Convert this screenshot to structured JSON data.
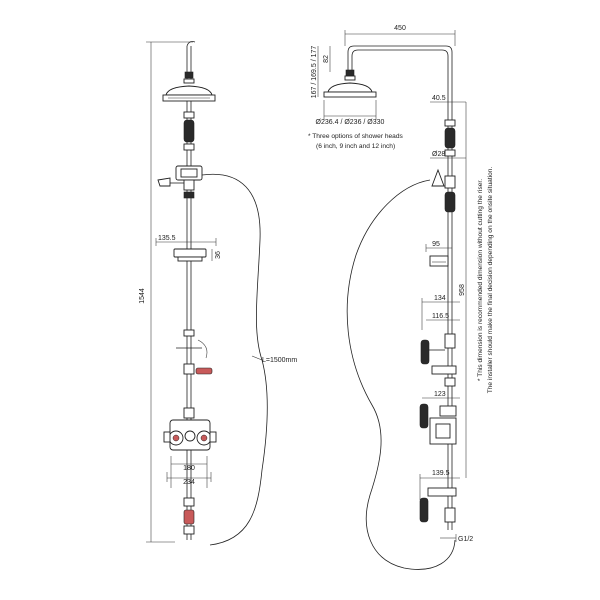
{
  "front_view": {
    "total_height": "1544",
    "soap_dish_width": "135.5",
    "soap_dish_depth": "36",
    "hose_length": "L=1500mm",
    "inlet_centres_min": "180",
    "inlet_centres_max": "234"
  },
  "side_view": {
    "arm_projection": "450",
    "head_drop": "82",
    "head_heights": "167 / 169.5 / 177",
    "head_diameters": "Ø236.4 / Ø236 / Ø330",
    "head_note_line1": "* Three options of shower heads",
    "head_note_line2": "(6 inch, 9 inch and 12 inch)",
    "riser_offset": "40.5",
    "riser_diameter": "Ø28",
    "dish_projection": "95",
    "riser_height": "958",
    "riser_note_line1": "* This dimension is recommended dimension without cutting the riser.",
    "riser_note_line2": "The installer should make the final decision depending on the onsite situation.",
    "handle_projection_outer": "134",
    "handle_projection_inner": "116.5",
    "valve_projection": "123",
    "lower_projection": "139.5",
    "inlet_thread": "G1/2"
  }
}
